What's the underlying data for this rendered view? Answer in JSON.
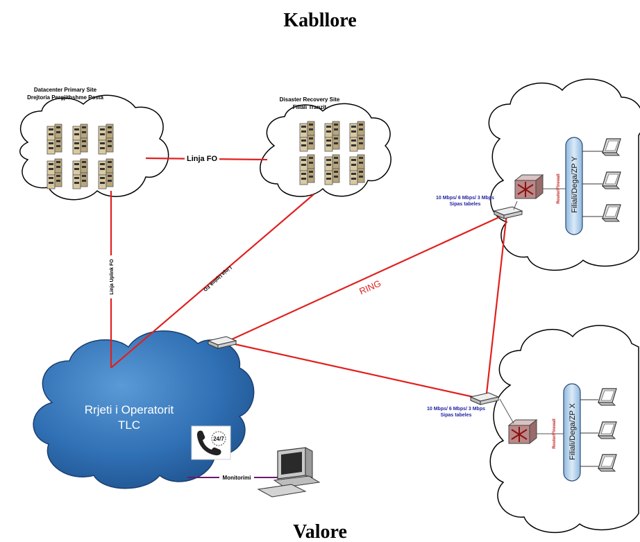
{
  "title_top": "Kabllore",
  "title_bottom": "Valore",
  "sites": {
    "primary": {
      "line1": "Datacenter Primary Site",
      "line2": "Drejtoria Pergjithshme Posta"
    },
    "dr": {
      "line1": "Disaster Recovery Site",
      "line2": "Filiali Tranzit"
    }
  },
  "links": {
    "fo": "Linja FO",
    "uplink_primary": "Linja Uplink FO",
    "uplink_dr": "Linja Uplink FO",
    "ring": "RING",
    "monitoring": "Monitorimi"
  },
  "operator": {
    "line1": "Rrjeti i Operatorit",
    "line2": "TLC",
    "support_badge": "24/7"
  },
  "branches": {
    "top": {
      "bandwidth_line1": "10 Mbps/ 6 Mbps/ 3 Mbps",
      "bandwidth_line2": "Sipas tabeles",
      "router_label": "Router/Firewall",
      "network_label": "Filiali/Dega/ZP  Y"
    },
    "bottom": {
      "bandwidth_line1": "10 Mbps/ 6 Mbps/ 3 Mbps",
      "bandwidth_line2": "Sipas tabeles",
      "router_label": "Router/Firewall",
      "network_label": "Filiali/Dega/ZP  X"
    }
  },
  "colors": {
    "link": "#e0201e",
    "operator_cloud": "#2f6fb3",
    "network_bar": "#bcd6ee",
    "monitor_link": "#6a1a6a",
    "bandwidth_text": "#1f1fa0"
  }
}
